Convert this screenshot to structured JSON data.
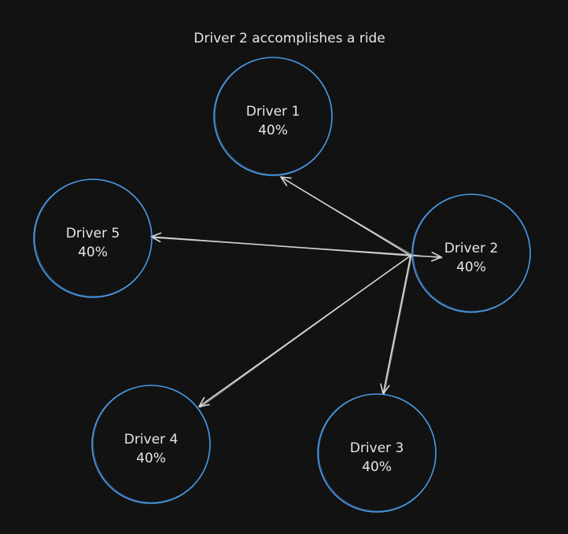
{
  "title": "Driver 2 accomplishes a ride",
  "colors": {
    "background": "#121212",
    "node_stroke": "#4a9be8",
    "arrow": "#d9d9d9",
    "text": "#e6e6e6"
  },
  "nodes": [
    {
      "id": "driver-1",
      "name": "Driver 1",
      "share": "40%"
    },
    {
      "id": "driver-2",
      "name": "Driver 2",
      "share": "40%"
    },
    {
      "id": "driver-3",
      "name": "Driver 3",
      "share": "40%"
    },
    {
      "id": "driver-4",
      "name": "Driver 4",
      "share": "40%"
    },
    {
      "id": "driver-5",
      "name": "Driver 5",
      "share": "40%"
    }
  ],
  "edges": [
    {
      "from": "driver-2",
      "to": "driver-1"
    },
    {
      "from": "driver-2",
      "to": "driver-5"
    },
    {
      "from": "driver-2",
      "to": "driver-2"
    },
    {
      "from": "driver-2",
      "to": "driver-3"
    },
    {
      "from": "driver-2",
      "to": "driver-4"
    }
  ]
}
